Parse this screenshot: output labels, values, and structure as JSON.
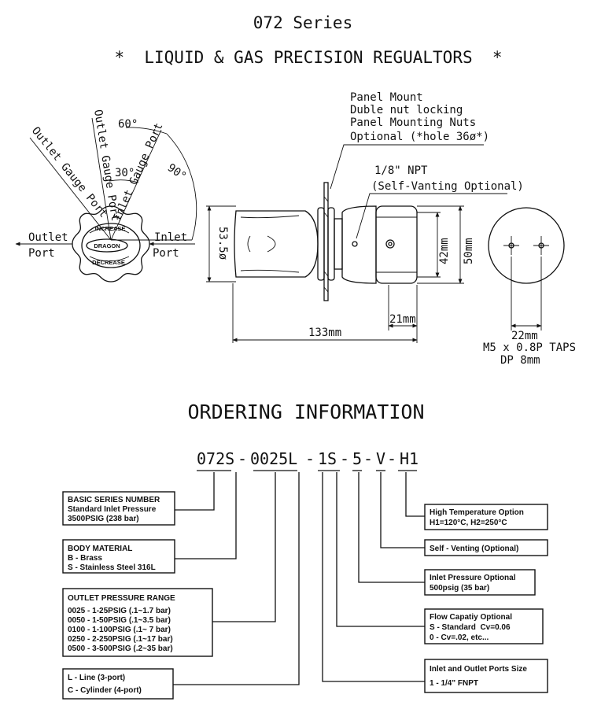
{
  "header": {
    "series": "072 Series",
    "subtitle": "*  LIQUID & GAS PRECISION REGUALTORS  *"
  },
  "knob_view": {
    "outlet_gauge_port_diag": "Outlet Gauge Port",
    "outlet_gauge_port_vert": "Outlet Gauge Port",
    "inlet_gauge_port": "Inlet Gauge Port",
    "angle_60": "60°",
    "angle_30": "30°",
    "angle_90": "90°",
    "outlet": "Outlet",
    "outlet_port": "Port",
    "inlet": "Inlet",
    "inlet_port": "Port",
    "increase": "INCREASE",
    "brand": "DRAGON",
    "decrease": "DECREASE"
  },
  "side_view": {
    "panel_mount": "Panel Mount",
    "duble_nut": "Duble nut locking",
    "panel_nuts": "Panel Mounting Nuts",
    "optional_hole": "Optional (*hole 36ø*)",
    "npt": "1/8\" NPT",
    "self_venting": "(Self-Vanting Optional)",
    "dia_53": "53.5ø",
    "dim_42": "42mm",
    "dim_50": "50mm",
    "dim_21": "21mm",
    "dim_133": "133mm"
  },
  "rear_view": {
    "dim_22": "22mm",
    "taps": "M5 x 0.8P TAPS",
    "depth": "DP 8mm"
  },
  "ordering": {
    "title": "ORDERING INFORMATION",
    "code_segments": [
      "072S",
      "-",
      "0025L",
      "-",
      "1S",
      "-",
      "5",
      "-",
      "V",
      "-",
      "H1"
    ],
    "basic_series": [
      "BASIC SERIES NUMBER",
      "Standard Inlet Pressure",
      "3500PSIG (238 bar)"
    ],
    "body_material": [
      "BODY MATERIAL",
      "B - Brass",
      "S - Stainless Steel 316L"
    ],
    "outlet_range": [
      "OUTLET PRESSURE RANGE",
      "0025 - 1-25PSIG (.1~1.7 bar)",
      "0050 - 1-50PSIG (.1~3.5 bar)",
      "0100 - 1-100PSIG (.1~ 7 bar)",
      "0250 - 2-250PSIG (.1~17 bar)",
      "0500 - 3-500PSIG (.2~35 bar)"
    ],
    "line_cyl": [
      "L - Line (3-port)",
      "C - Cylinder (4-port)"
    ],
    "high_temp": [
      "High Temperature Option",
      "H1=120°C, H2=250°C"
    ],
    "self_vent": [
      "Self - Venting (Optional)"
    ],
    "inlet_pressure": [
      "Inlet Pressure Optional",
      "500psig (35 bar)"
    ],
    "flow_cap": [
      "Flow Capatiy Optional",
      "S - Standard  Cv=0.06",
      "0 - Cv=.02, etc..."
    ],
    "port_size": [
      "Inlet and Outlet Ports Size",
      "1 - 1/4\" FNPT"
    ]
  }
}
